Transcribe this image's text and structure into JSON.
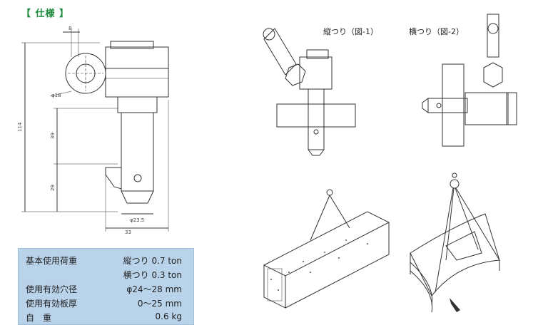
{
  "section": {
    "title": "【 仕様 】"
  },
  "drawing": {
    "dims": {
      "top": "8",
      "hole": "φ18",
      "total": "114",
      "upper": "39",
      "lower": "29",
      "pin": "φ23.5",
      "width": "33"
    }
  },
  "figures": {
    "vertical": "縦つり（図-1）",
    "horizontal": "横つり（図-2）"
  },
  "specs": [
    {
      "label": "基本使用荷重",
      "value": "縦つり 0.7 ton"
    },
    {
      "label": "",
      "value": "横つり 0.3 ton"
    },
    {
      "label": "使用有効穴径",
      "value": "φ24～28 mm"
    },
    {
      "label": "使用有効板厚",
      "value": "0～25 mm"
    },
    {
      "label": "自　重",
      "value": "0.6 kg"
    }
  ],
  "colors": {
    "title_green": "#1a8a3a",
    "spec_bg": "#b9d3ea"
  }
}
